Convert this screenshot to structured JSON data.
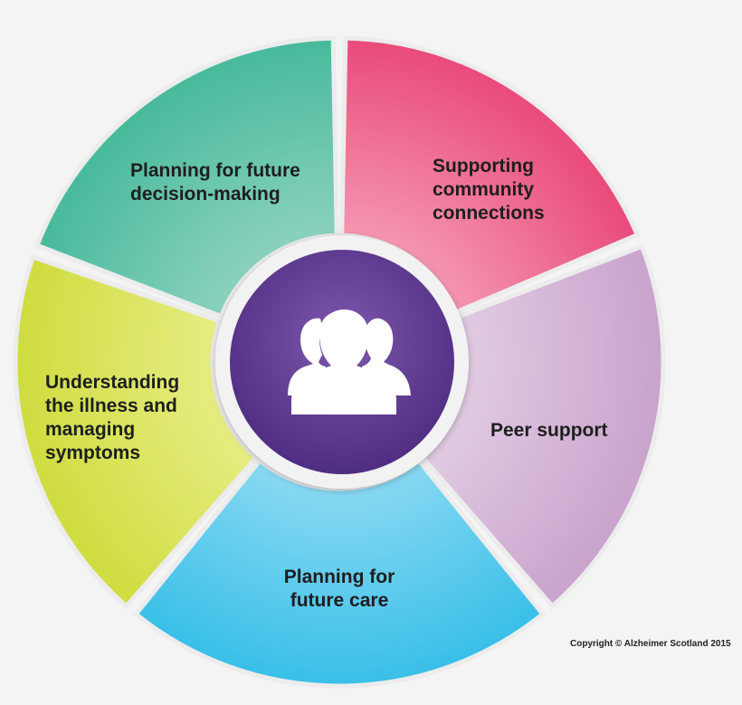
{
  "diagram": {
    "segments": [
      {
        "id": "decision-making",
        "label": "Planning for future\ndecision-making",
        "color_light": "#8fd3c0",
        "color_dark": "#47b99b"
      },
      {
        "id": "community",
        "label": "Supporting\ncommunity\nconnections",
        "color_light": "#f59bb4",
        "color_dark": "#e9497a"
      },
      {
        "id": "peer-support",
        "label": "Peer support",
        "color_light": "#e3cde4",
        "color_dark": "#c8a3cc"
      },
      {
        "id": "future-care",
        "label": "Planning for\nfuture care",
        "color_light": "#8ddaf3",
        "color_dark": "#38bfe8"
      },
      {
        "id": "understanding",
        "label": "Understanding\nthe illness and\nmanaging\nsymptoms",
        "color_light": "#e7ee86",
        "color_dark": "#cfdc3e"
      }
    ],
    "center": {
      "icon": "people-group-icon",
      "color_light": "#7e58ad",
      "color_dark": "#4f2d82"
    }
  },
  "copyright": "Copyright © Alzheimer Scotland 2015"
}
